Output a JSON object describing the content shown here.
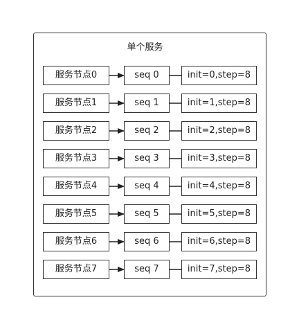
{
  "diagram": {
    "title": "单个服务",
    "rows": [
      {
        "node": "服务节点0",
        "seq": "seq 0",
        "config": "init=0,step=8"
      },
      {
        "node": "服务节点1",
        "seq": "seq 1",
        "config": "init=1,step=8"
      },
      {
        "node": "服务节点2",
        "seq": "seq 2",
        "config": "init=2,step=8"
      },
      {
        "node": "服务节点3",
        "seq": "seq 3",
        "config": "init=3,step=8"
      },
      {
        "node": "服务节点4",
        "seq": "seq 4",
        "config": "init=4,step=8"
      },
      {
        "node": "服务节点5",
        "seq": "seq 5",
        "config": "init=5,step=8"
      },
      {
        "node": "服务节点6",
        "seq": "seq 6",
        "config": "init=6,step=8"
      },
      {
        "node": "服务节点7",
        "seq": "seq 7",
        "config": "init=7,step=8"
      }
    ]
  }
}
